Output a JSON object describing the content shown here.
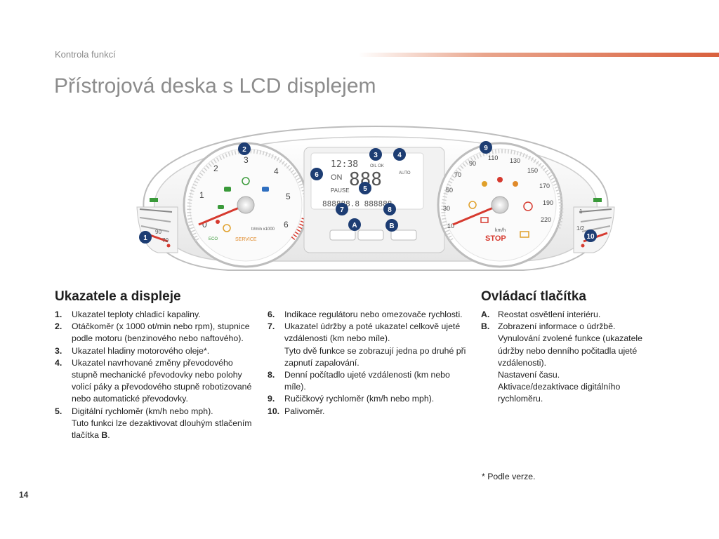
{
  "header": {
    "section": "Kontrola funkcí",
    "title": "Přístrojová deska s LCD displejem"
  },
  "dashboard": {
    "tachometer": {
      "ticks": [
        "0",
        "1",
        "2",
        "3",
        "4",
        "5",
        "6"
      ],
      "unit": "tr/min x1000",
      "eco": "ECO",
      "service": "SERVICE"
    },
    "coolant": {
      "ticks": [
        "90",
        "70"
      ]
    },
    "fuel": {
      "ticks": [
        "1",
        "1/2"
      ]
    },
    "speedometer": {
      "ticks": [
        "10",
        "30",
        "50",
        "70",
        "90",
        "110",
        "130",
        "150",
        "170",
        "190",
        "220"
      ],
      "unit": "km/h",
      "stop": "STOP"
    },
    "lcd": {
      "time": "12:38",
      "on_label": "ON",
      "pause": "PAUSE",
      "oil_ok": "OIL OK",
      "auto": "AUTO"
    },
    "callouts": [
      "1",
      "2",
      "3",
      "4",
      "5",
      "6",
      "7",
      "8",
      "9",
      "10"
    ],
    "buttons": [
      "A",
      "B"
    ]
  },
  "left_section": {
    "heading": "Ukazatele a displeje",
    "items": [
      {
        "num": "1.",
        "text": "Ukazatel teploty chladicí kapaliny."
      },
      {
        "num": "2.",
        "text": "Otáčkoměr (x 1000 ot/min nebo rpm), stupnice podle motoru (benzinového nebo naftového)."
      },
      {
        "num": "3.",
        "text": "Ukazatel hladiny motorového oleje*."
      },
      {
        "num": "4.",
        "text": "Ukazatel navrhované změny převodového stupně mechanické převodovky nebo polohy volicí páky a převodového stupně robotizované nebo automatické převodovky."
      },
      {
        "num": "5.",
        "text_1": "Digitální rychloměr (km/h nebo mph).",
        "text_2": "Tuto funkci lze dezaktivovat dlouhým stlačením tlačítka ",
        "text_bold": "B",
        "text_3": "."
      }
    ]
  },
  "middle_section": {
    "items": [
      {
        "num": "6.",
        "text": "Indikace regulátoru nebo omezovače rychlosti."
      },
      {
        "num": "7.",
        "text_1": "Ukazatel údržby a poté ukazatel celkově ujeté vzdálenosti (km nebo míle).",
        "text_2": "Tyto dvě funkce se zobrazují jedna po druhé při zapnutí zapalování."
      },
      {
        "num": "8.",
        "text": "Denní počítadlo ujeté vzdálenosti (km nebo míle)."
      },
      {
        "num": "9.",
        "text": "Ručičkový rychloměr (km/h nebo mph)."
      },
      {
        "num": "10.",
        "text": "Palivoměr."
      }
    ]
  },
  "right_section": {
    "heading": "Ovládací tlačítka",
    "items": [
      {
        "num": "A.",
        "text": "Reostat osvětlení interiéru."
      },
      {
        "num": "B.",
        "text_1": "Zobrazení informace o údržbě.",
        "text_2": "Vynulování zvolené funkce (ukazatele údržby nebo denního počitadla ujeté vzdálenosti).",
        "text_3": "Nastavení času.",
        "text_4": "Aktivace/dezaktivace digitálního rychloměru."
      }
    ]
  },
  "footnote": "* Podle verze.",
  "page_number": "14",
  "colors": {
    "callout": "#1d3d73",
    "accent_red": "#d63a2f",
    "gauge_outline": "#b9b9b9"
  }
}
